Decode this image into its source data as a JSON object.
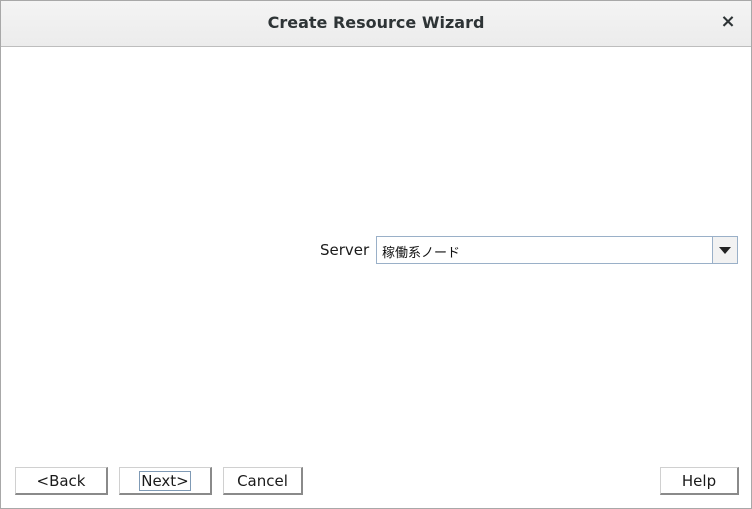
{
  "window": {
    "title": "Create Resource Wizard",
    "close_glyph": "×"
  },
  "form": {
    "server_label": "Server",
    "server_value": "稼働系ノード"
  },
  "buttons": {
    "back": "<Back",
    "next": "Next>",
    "cancel": "Cancel",
    "help": "Help"
  },
  "icons": {
    "close": "close-icon",
    "dropdown": "chevron-down-icon"
  }
}
